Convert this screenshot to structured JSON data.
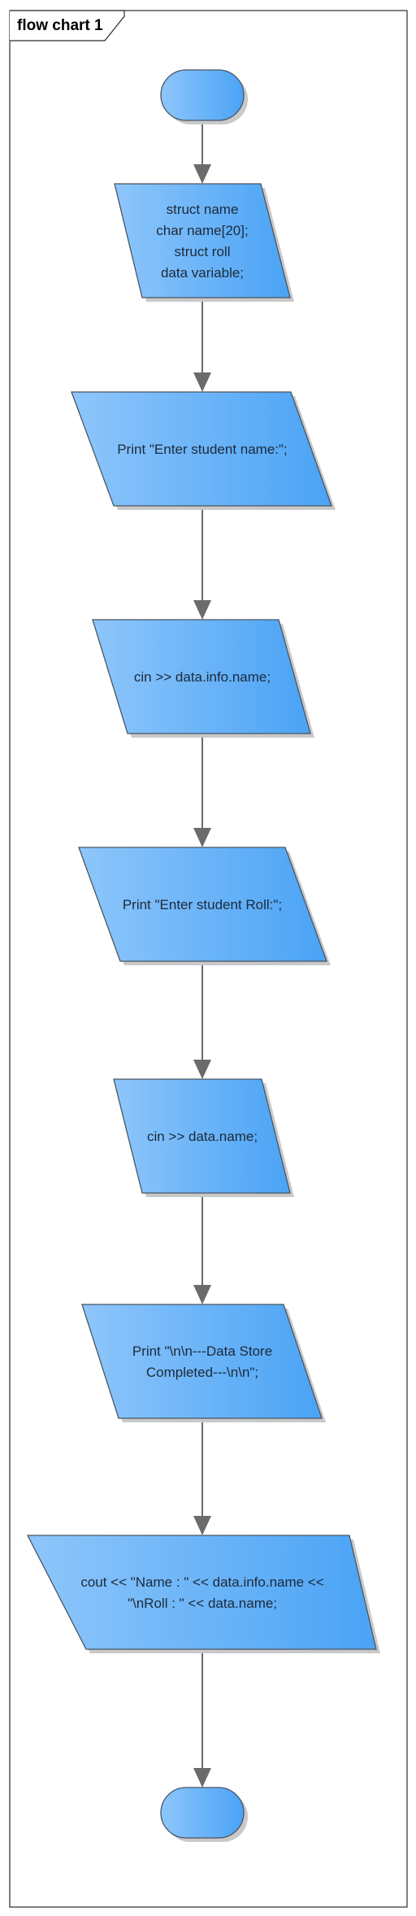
{
  "diagram": {
    "title": "flow chart 1",
    "nodes": [
      {
        "id": "start",
        "type": "terminal",
        "lines": []
      },
      {
        "id": "declare-struct",
        "type": "io",
        "lines": [
          "struct name",
          "char name[20];",
          "struct roll",
          "data variable;"
        ]
      },
      {
        "id": "print-enter-name",
        "type": "io",
        "lines": [
          "Print \"Enter student name:\";"
        ]
      },
      {
        "id": "input-name",
        "type": "io",
        "lines": [
          "cin >> data.info.name;"
        ]
      },
      {
        "id": "print-enter-roll",
        "type": "io",
        "lines": [
          "Print \"Enter student Roll:\";"
        ]
      },
      {
        "id": "input-roll",
        "type": "io",
        "lines": [
          "cin >> data.name;"
        ]
      },
      {
        "id": "print-completed",
        "type": "io",
        "lines": [
          "Print \"\\n\\n---Data Store",
          "Completed---\\n\\n\";"
        ]
      },
      {
        "id": "output-result",
        "type": "io",
        "lines": [
          "cout << \"Name : \" << data.info.name <<",
          "\"\\nRoll : \" << data.name;"
        ]
      },
      {
        "id": "end",
        "type": "terminal",
        "lines": []
      }
    ],
    "edges": [
      {
        "from": "start",
        "to": "declare-struct"
      },
      {
        "from": "declare-struct",
        "to": "print-enter-name"
      },
      {
        "from": "print-enter-name",
        "to": "input-name"
      },
      {
        "from": "input-name",
        "to": "print-enter-roll"
      },
      {
        "from": "print-enter-roll",
        "to": "input-roll"
      },
      {
        "from": "input-roll",
        "to": "print-completed"
      },
      {
        "from": "print-completed",
        "to": "output-result"
      },
      {
        "from": "output-result",
        "to": "end"
      }
    ],
    "colors": {
      "fill_light": "#8ec6fb",
      "fill_dark": "#4aa3f5",
      "stroke": "#4a5562",
      "shadow": "#c9c9c9",
      "connector": "#6b6b6b",
      "frame": "#2b2b2b"
    }
  }
}
